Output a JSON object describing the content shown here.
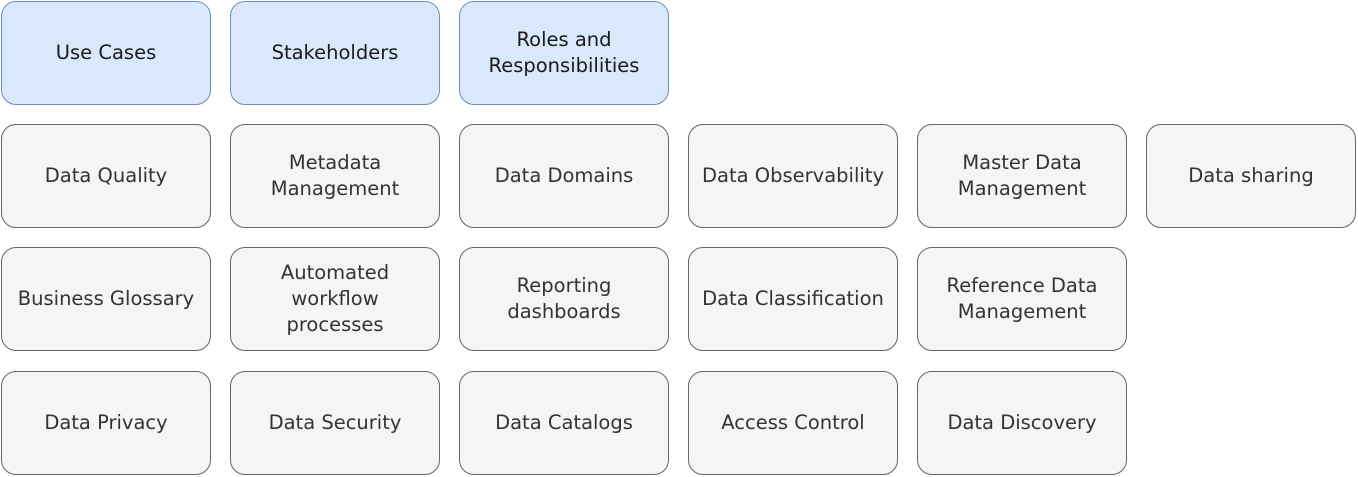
{
  "diagram": {
    "top_row": [
      {
        "label": "Use Cases"
      },
      {
        "label": "Stakeholders"
      },
      {
        "label": "Roles and\nResponsibilities"
      }
    ],
    "row_2": [
      {
        "label": "Data Quality"
      },
      {
        "label": "Metadata\nManagement"
      },
      {
        "label": "Data Domains"
      },
      {
        "label": "Data Observability"
      },
      {
        "label": "Master Data\nManagement"
      },
      {
        "label": "Data sharing"
      }
    ],
    "row_3": [
      {
        "label": "Business Glossary"
      },
      {
        "label": "Automated workflow\nprocesses"
      },
      {
        "label": "Reporting\ndashboards"
      },
      {
        "label": "Data Classification"
      },
      {
        "label": "Reference Data\nManagement"
      }
    ],
    "row_4": [
      {
        "label": "Data Privacy"
      },
      {
        "label": "Data Security"
      },
      {
        "label": "Data Catalogs"
      },
      {
        "label": "Access Control"
      },
      {
        "label": "Data Discovery"
      }
    ]
  },
  "colors": {
    "highlight_fill": "#dae8fc",
    "highlight_border": "#6c8ebf",
    "default_fill": "#f5f5f5",
    "default_border": "#666666"
  }
}
